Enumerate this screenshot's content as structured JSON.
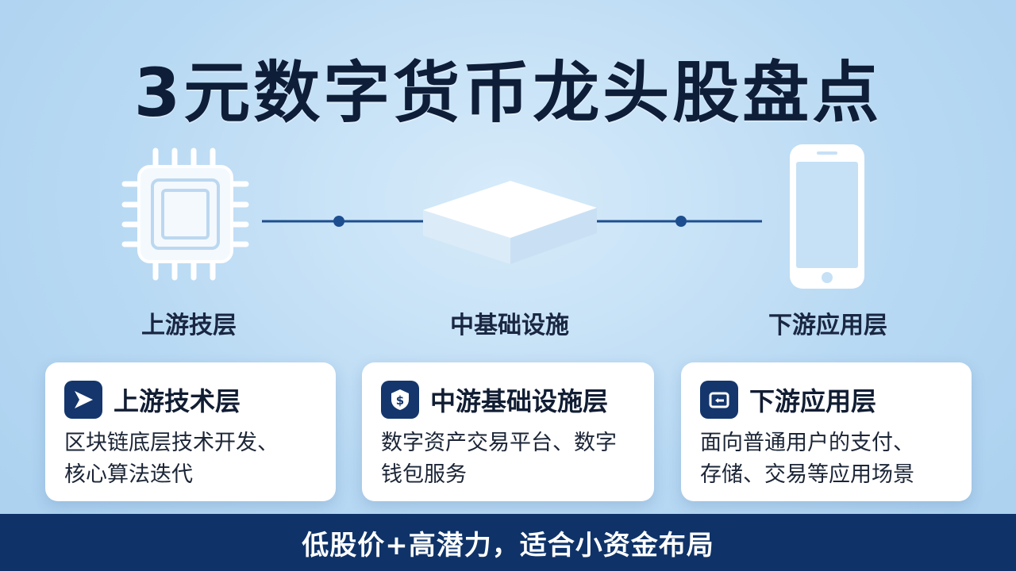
{
  "title": "3元数字货币龙头股盘点",
  "stages": [
    {
      "label": "上游技层",
      "icon": "chip-icon"
    },
    {
      "label": "中基础设施",
      "icon": "server-box-icon"
    },
    {
      "label": "下游应用层",
      "icon": "smartphone-icon"
    }
  ],
  "cards": [
    {
      "title": "上游技术层",
      "desc_line1": "区块链底层技术开发、",
      "desc_line2": "核心算法迭代",
      "icon": "send-arrow-icon"
    },
    {
      "title": "中游基础设施层",
      "desc_line1": "数字资产交易平台、数字",
      "desc_line2": "钱包服务",
      "icon": "dollar-shield-icon"
    },
    {
      "title": "下游应用层",
      "desc_line1": "面向普通用户的支付、",
      "desc_line2": "存储、交易等应用场景",
      "icon": "wallet-icon"
    }
  ],
  "footer": "低股价+高潜力，适合小资金布局",
  "colors": {
    "navy": "#0f3368",
    "icon_bg": "#14366d",
    "line": "#1d4e8f"
  }
}
